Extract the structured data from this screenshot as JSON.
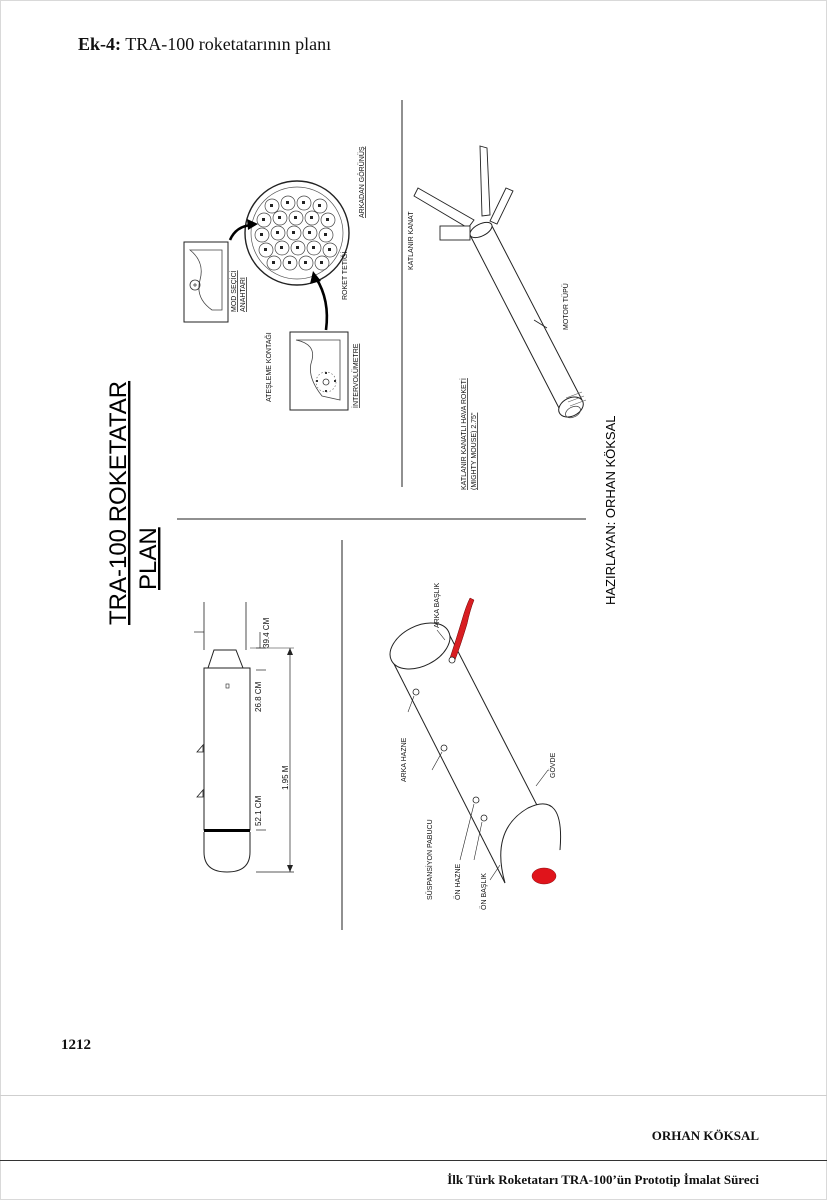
{
  "heading": {
    "prefix": "Ek-4:",
    "text": "TRA-100 roketatarının planı"
  },
  "plan": {
    "title_line1": "TRA-100 ROKETATAR",
    "title_line2": "PLAN",
    "prepared_by": "HAZIRLAYAN: ORHAN KÖKSAL",
    "rear_view_label": "ARKADAN GÖRÜNÜŞ",
    "mode_selector_label_1": "MOD SEÇİCİ",
    "mode_selector_label_2": "ANAHTARI",
    "rocket_trigger_label": "ROKET TETİĞİ",
    "firing_contact_label": "ATEŞLEME KONTAĞI",
    "intervalometer_label": "İNTERVOLÜMETRE",
    "folding_fin_label": "KATLANIR KANAT",
    "motor_tube_label": "MOTOR TÜPÜ",
    "rocket_name_line1": "KATLANIR KANATLI HAVA ROKETİ",
    "rocket_name_line2": "(MIGHTY MOUSE)  2.75\"",
    "dim_39_4": "39.4 CM",
    "dim_26_8": "26.8 CM",
    "dim_1_95": "1.95 M",
    "dim_52_1": "52.1 CM",
    "rear_cap_label": "ARKA BAŞLIK",
    "rear_chamber_label": "ARKA HAZNE",
    "suspension_lug_label": "SÜSPANSİYON PABUCU",
    "front_chamber_label": "ÖN HAZNE",
    "front_cap_label": "ÖN BAŞLIK",
    "body_label": "GÖVDE"
  },
  "page_number": "1212",
  "footer": {
    "author": "ORHAN KÖKSAL",
    "book_title": "İlk Türk Roketatarı TRA-100’ün Prototip İmalat Süreci"
  },
  "colors": {
    "nose_red": "#e0141b",
    "cable_red": "#d81e22"
  }
}
